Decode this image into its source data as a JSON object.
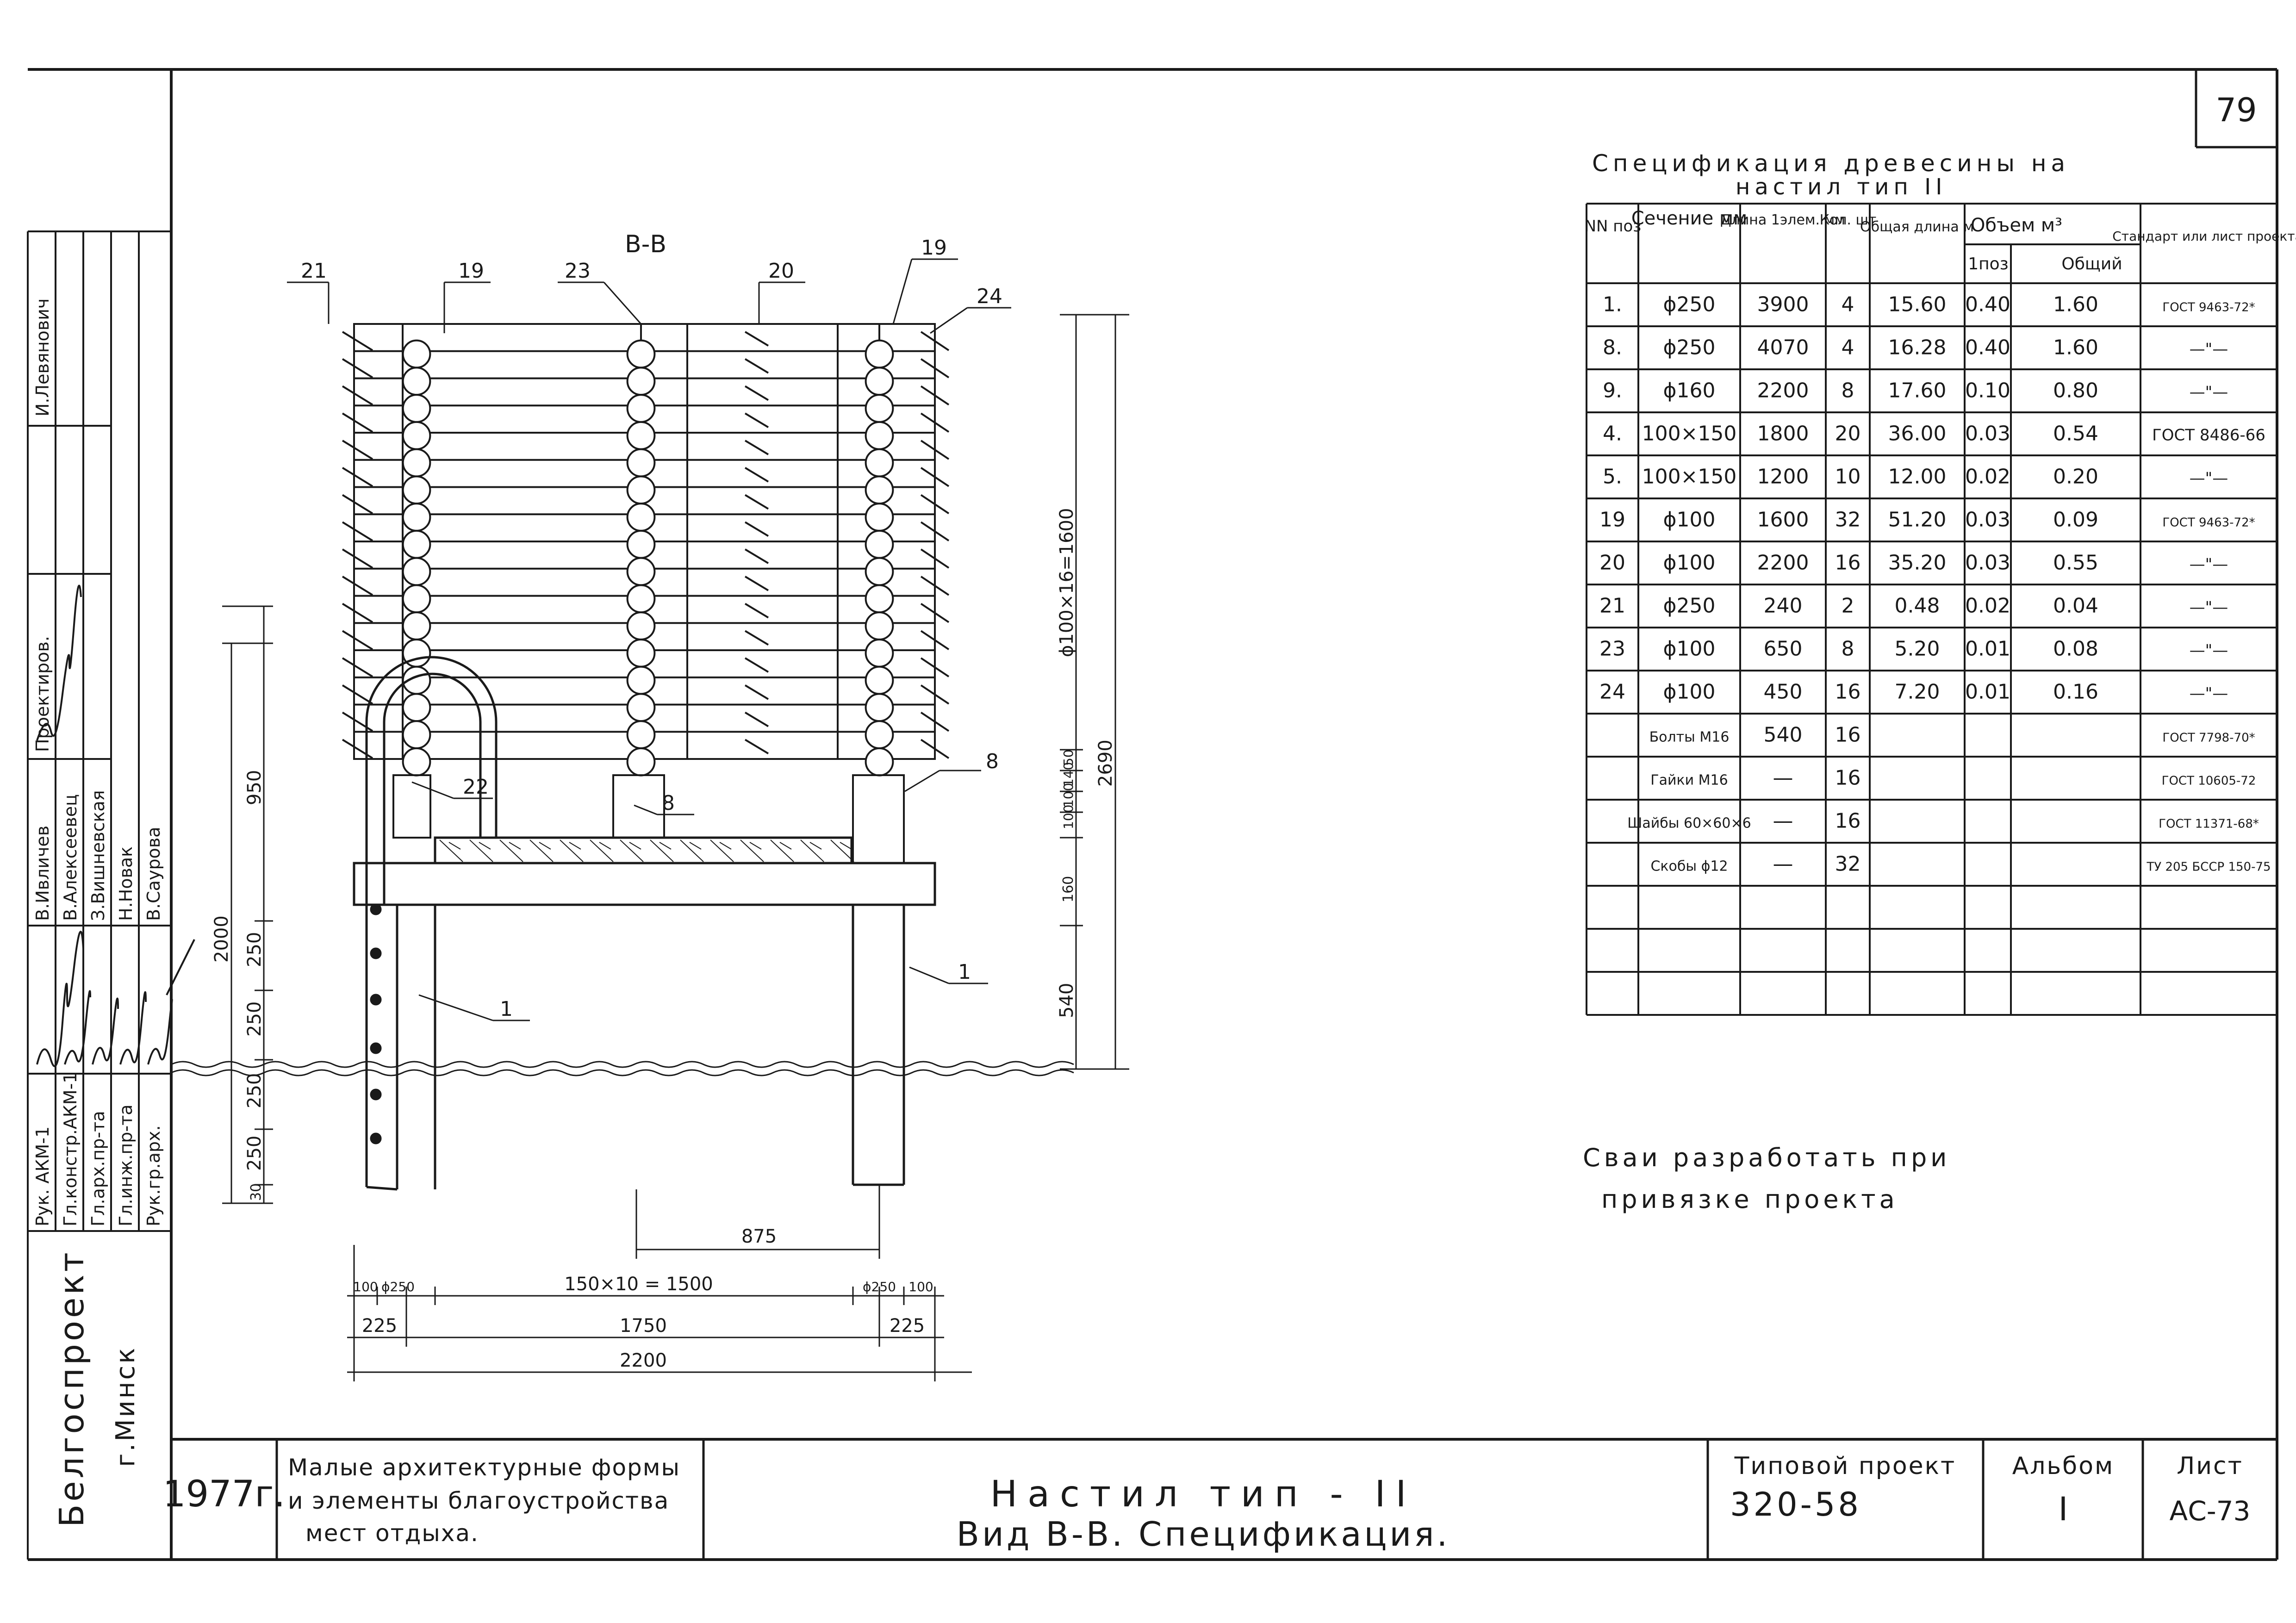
{
  "sheet_number": "79",
  "drawing": {
    "view_title": "В-В",
    "position_labels": [
      "21",
      "19",
      "23",
      "20",
      "19",
      "24",
      "8",
      "22",
      "8",
      "1",
      "1"
    ],
    "dimensions": {
      "stack": "ϕ100×16=1600",
      "total_height": "2690",
      "segments": [
        "540",
        "160",
        "100",
        "100",
        "140",
        "50"
      ],
      "left_chain": [
        "30",
        "250",
        "250",
        "250",
        "250",
        "950"
      ],
      "left_total": "2000",
      "post_spacing": "875",
      "bottom_top_row": [
        "100",
        "ϕ250",
        "150×10 = 1500",
        "ϕ250",
        "100"
      ],
      "bottom_mid_row": [
        "225",
        "1750",
        "225"
      ],
      "bottom_total": "2200"
    }
  },
  "spec": {
    "title_line1": "Спецификация древесины на",
    "title_line2": "настил тип II",
    "headers": {
      "pos": "NN поз",
      "section": "Сечение мм",
      "length": "Длина 1элем. мм",
      "qty": "Кол. шт",
      "total_length": "Общая длина м",
      "volume": "Объем м³",
      "vol_one": "1поз",
      "vol_total": "Общий",
      "standard": "Стандарт или лист проекта"
    },
    "rows": [
      {
        "pos": "1.",
        "section": "ϕ250",
        "length": "3900",
        "qty": "4",
        "total_length": "15.60",
        "vol_one": "0.40",
        "vol_total": "1.60",
        "standard": "ГОСТ 9463-72*"
      },
      {
        "pos": "8.",
        "section": "ϕ250",
        "length": "4070",
        "qty": "4",
        "total_length": "16.28",
        "vol_one": "0.40",
        "vol_total": "1.60",
        "standard": "—\"—"
      },
      {
        "pos": "9.",
        "section": "ϕ160",
        "length": "2200",
        "qty": "8",
        "total_length": "17.60",
        "vol_one": "0.10",
        "vol_total": "0.80",
        "standard": "—\"—"
      },
      {
        "pos": "4.",
        "section": "100×150",
        "length": "1800",
        "qty": "20",
        "total_length": "36.00",
        "vol_one": "0.03",
        "vol_total": "0.54",
        "standard": "ГОСТ 8486-66"
      },
      {
        "pos": "5.",
        "section": "100×150",
        "length": "1200",
        "qty": "10",
        "total_length": "12.00",
        "vol_one": "0.02",
        "vol_total": "0.20",
        "standard": "—\"—"
      },
      {
        "pos": "19",
        "section": "ϕ100",
        "length": "1600",
        "qty": "32",
        "total_length": "51.20",
        "vol_one": "0.03",
        "vol_total": "0.09",
        "standard": "ГОСТ 9463-72*"
      },
      {
        "pos": "20",
        "section": "ϕ100",
        "length": "2200",
        "qty": "16",
        "total_length": "35.20",
        "vol_one": "0.03",
        "vol_total": "0.55",
        "standard": "—\"—"
      },
      {
        "pos": "21",
        "section": "ϕ250",
        "length": "240",
        "qty": "2",
        "total_length": "0.48",
        "vol_one": "0.02",
        "vol_total": "0.04",
        "standard": "—\"—"
      },
      {
        "pos": "23",
        "section": "ϕ100",
        "length": "650",
        "qty": "8",
        "total_length": "5.20",
        "vol_one": "0.01",
        "vol_total": "0.08",
        "standard": "—\"—"
      },
      {
        "pos": "24",
        "section": "ϕ100",
        "length": "450",
        "qty": "16",
        "total_length": "7.20",
        "vol_one": "0.01",
        "vol_total": "0.16",
        "standard": "—\"—"
      },
      {
        "pos": "",
        "section": "Болты М16",
        "length": "540",
        "qty": "16",
        "total_length": "",
        "vol_one": "",
        "vol_total": "",
        "standard": "ГОСТ 7798-70*"
      },
      {
        "pos": "",
        "section": "Гайки М16",
        "length": "—",
        "qty": "16",
        "total_length": "",
        "vol_one": "",
        "vol_total": "",
        "standard": "ГОСТ 10605-72"
      },
      {
        "pos": "",
        "section": "Шайбы 60×60×6",
        "length": "—",
        "qty": "16",
        "total_length": "",
        "vol_one": "",
        "vol_total": "",
        "standard": "ГОСТ 11371-68*"
      },
      {
        "pos": "",
        "section": "Скобы ϕ12",
        "length": "—",
        "qty": "32",
        "total_length": "",
        "vol_one": "",
        "vol_total": "",
        "standard": "ТУ 205 БССР 150-75"
      },
      {
        "pos": "",
        "section": "",
        "length": "",
        "qty": "",
        "total_length": "",
        "vol_one": "",
        "vol_total": "",
        "standard": ""
      },
      {
        "pos": "",
        "section": "",
        "length": "",
        "qty": "",
        "total_length": "",
        "vol_one": "",
        "vol_total": "",
        "standard": ""
      },
      {
        "pos": "",
        "section": "",
        "length": "",
        "qty": "",
        "total_length": "",
        "vol_one": "",
        "vol_total": "",
        "standard": ""
      }
    ]
  },
  "note": {
    "line1": "Сваи разработать при",
    "line2": "привязке проекта"
  },
  "side_stamp": {
    "organization": "Белгоспроект",
    "city": "г.Минск",
    "roles": [
      "Рук. АКМ-1",
      "Гл.констр.АКМ-1",
      "Гл.арх.пр-та",
      "Гл.инж.пр-та",
      "Рук.гр.арх."
    ],
    "names": [
      "В.Ивличев",
      "В.Алексеевец",
      "З.Вишневская",
      "Н.Новак",
      "В.Саурова"
    ],
    "designer_label": "Проектиров.",
    "designer_name": "И.Левянович"
  },
  "title_block": {
    "year": "1977г.",
    "series_line1": "Малые архитектурные формы",
    "series_line2": "и элементы благоустройства",
    "series_line3": "мест отдыха.",
    "main_line1": "Настил тип - II",
    "main_line2": "Вид В-В. Спецификация.",
    "project_label": "Типовой проект",
    "project_number": "320-58",
    "album_label": "Альбом",
    "album_number": "I",
    "sheet_label": "Лист",
    "sheet_code": "АС-73"
  }
}
